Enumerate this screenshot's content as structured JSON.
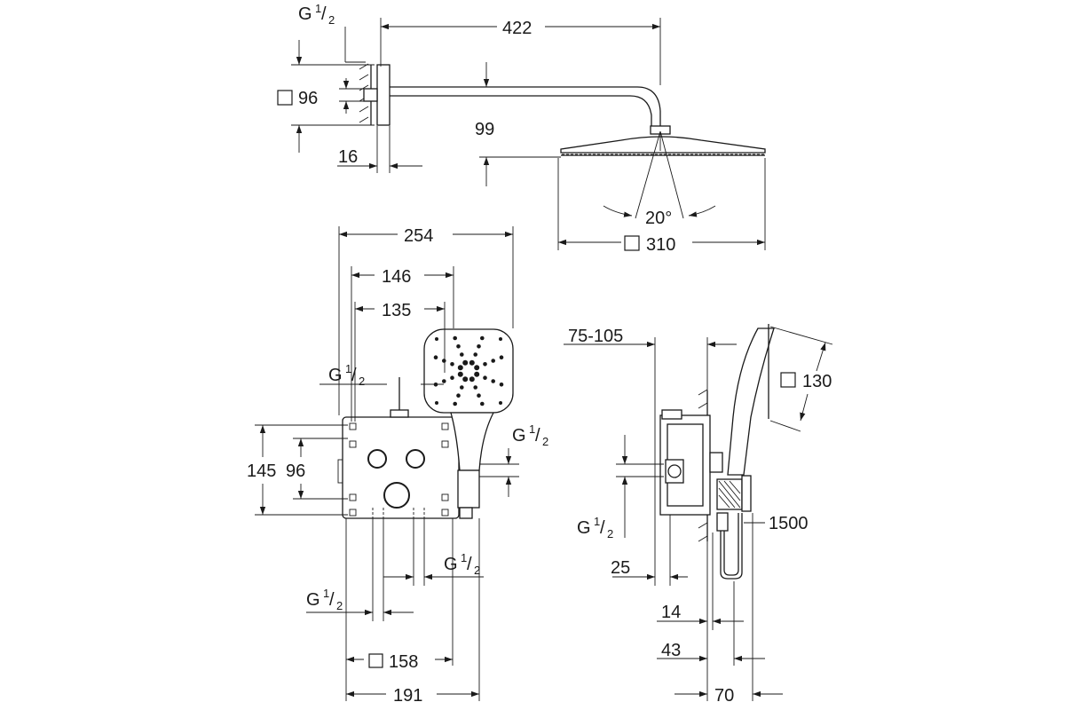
{
  "colors": {
    "line": "#1a1a1a",
    "background": "#ffffff"
  },
  "icons": {
    "square_symbol": "square-outline-icon"
  },
  "top_view": {
    "thread_label_main": "G",
    "thread_label_num": "1",
    "thread_label_den": "2",
    "dim_422": "422",
    "dim_96": "96",
    "dim_99": "99",
    "dim_16": "16",
    "dim_20deg": "20°",
    "dim_310": "310"
  },
  "front_view": {
    "thread_label_main": "G",
    "thread_label_num": "1",
    "thread_label_den": "2",
    "dim_254": "254",
    "dim_146": "146",
    "dim_135": "135",
    "dim_145": "145",
    "dim_96": "96",
    "dim_158": "158",
    "dim_191": "191"
  },
  "side_view": {
    "thread_label_main": "G",
    "thread_label_num": "1",
    "thread_label_den": "2",
    "dim_75_105": "75-105",
    "dim_130": "130",
    "dim_1500": "1500",
    "dim_25": "25",
    "dim_14": "14",
    "dim_43": "43",
    "dim_70": "70"
  }
}
